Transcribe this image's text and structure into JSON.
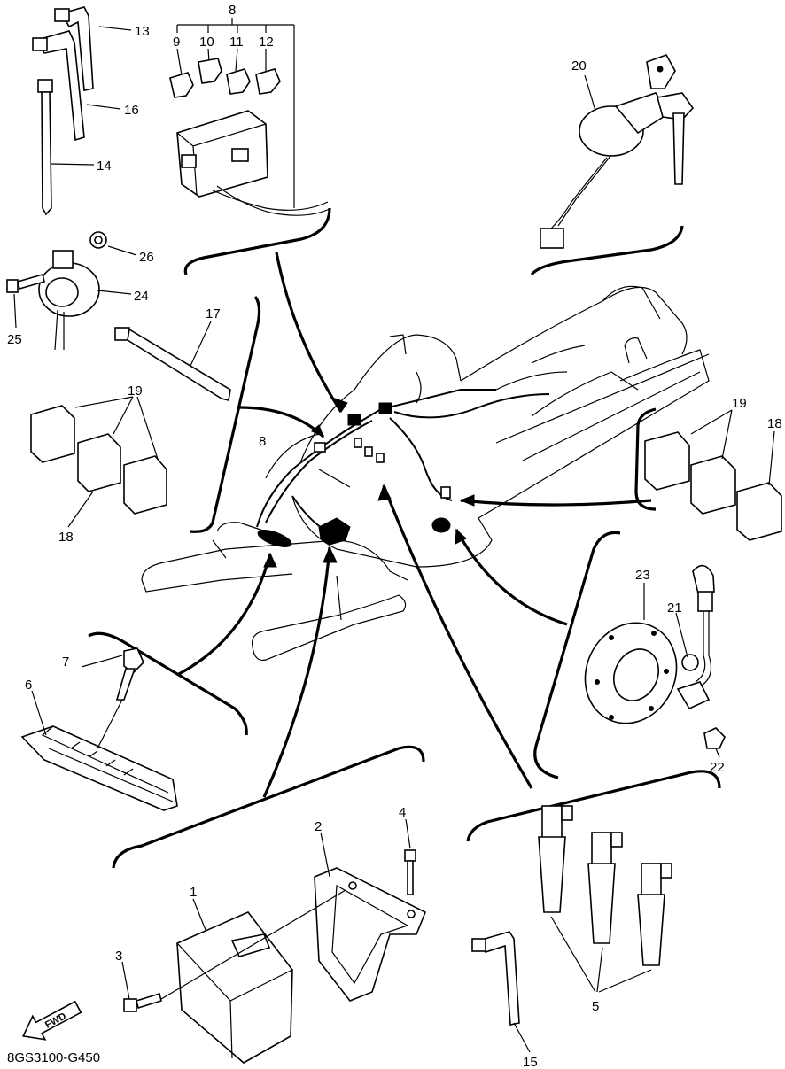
{
  "diagram_code": "8GS3100-G450",
  "fwd_label": "FWD",
  "callouts": {
    "c1": "1",
    "c2": "2",
    "c3": "3",
    "c4": "4",
    "c5": "5",
    "c6": "6",
    "c7": "7",
    "c8a": "8",
    "c8b": "8",
    "c9": "9",
    "c10": "10",
    "c11": "11",
    "c12": "12",
    "c13": "13",
    "c14": "14",
    "c15": "15",
    "c16": "16",
    "c17": "17",
    "c18a": "18",
    "c18b": "18",
    "c19a": "19",
    "c19b": "19",
    "c20": "20",
    "c21": "21",
    "c22": "22",
    "c23": "23",
    "c24": "24",
    "c25": "25",
    "c26": "26"
  }
}
